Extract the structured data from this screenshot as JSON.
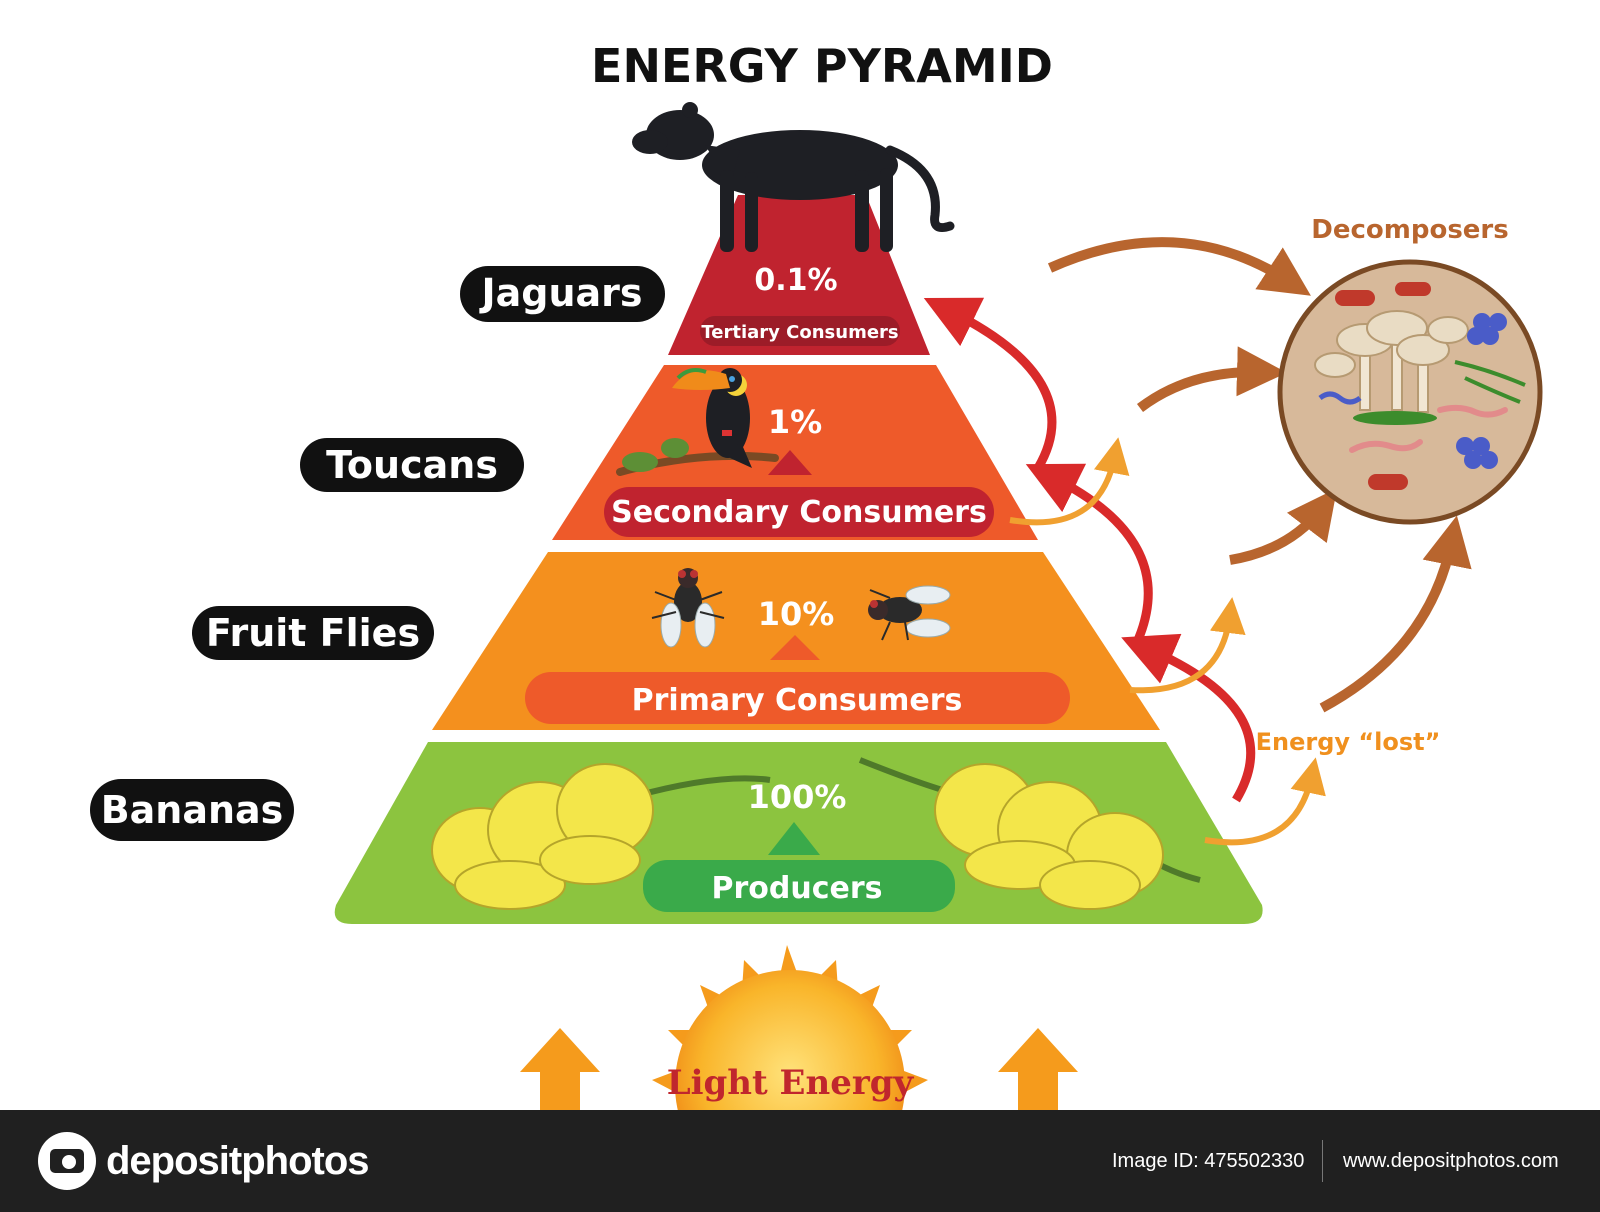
{
  "title": "ENERGY PYRAMID",
  "levels": [
    {
      "organism": "Jaguars",
      "percent": "0.1%",
      "label": "Tertiary Consumers",
      "color": "#c0232f"
    },
    {
      "organism": "Toucans",
      "percent": "1%",
      "label": "Secondary Consumers",
      "color": "#ee5a2a"
    },
    {
      "organism": "Fruit Flies",
      "percent": "10%",
      "label": "Primary Consumers",
      "color": "#f4901e"
    },
    {
      "organism": "Bananas",
      "percent": "100%",
      "label": "Producers",
      "color": "#8cc43f"
    }
  ],
  "decomposers_label": "Decomposers",
  "energy_lost_label": "Energy “lost”",
  "light_energy_label": "Light Energy",
  "footer": {
    "brand": "depositphotos",
    "image_id": "Image ID: 475502330",
    "url": "www.depositphotos.com"
  }
}
